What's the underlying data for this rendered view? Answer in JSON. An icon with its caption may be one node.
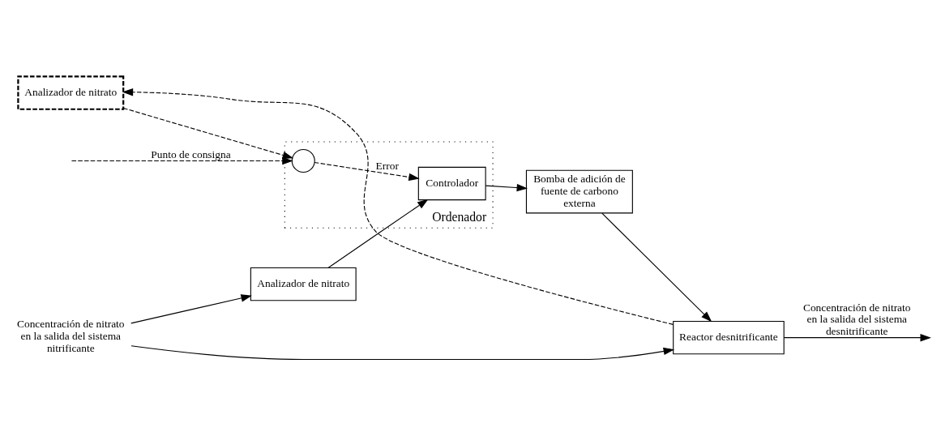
{
  "diagram": {
    "nodes": [
      {
        "text": [
          "Ordenador"
        ]
      },
      {
        "text": [],
        "shape": "circle",
        "in": 0
      },
      {
        "text": [
          "Controlador"
        ],
        "in": 0
      },
      {
        "text": [
          "Bomba de adición de fuente de carbono externa"
        ]
      },
      {
        "text": [
          "Reactor desnitrificante"
        ]
      },
      {
        "text": [
          "Analizador de nitrato"
        ]
      },
      {
        "text": [
          "Concentración de nitrato en la salida del sistema nitrificante"
        ]
      },
      {
        "text": [
          "Analizador de nitrato"
        ]
      }
    ],
    "edges": [
      {
        "from": null,
        "to": 1,
        "arrow": "to",
        "style": "dashed",
        "label": "Punto de consigna"
      },
      {
        "from": 1,
        "to": 2,
        "arrow": "to",
        "style": "dashed",
        "label": "Error"
      },
      {
        "from": 2,
        "to": 3,
        "arrow": "to"
      },
      {
        "from": 3,
        "to": 4,
        "arrow": "to"
      },
      {
        "from": 4,
        "to": null,
        "arrow": "to",
        "label": "Concentración de nitrato en la salida del sistema desnitrificante"
      },
      {
        "from": 6,
        "to": 5,
        "arrow": "to"
      },
      {
        "from": 6,
        "to": 4,
        "arrow": "to"
      },
      {
        "from": 5,
        "to": 2,
        "arrow": "to"
      },
      {
        "from": 4,
        "to": 7,
        "arrow": "to",
        "style": "dashed"
      },
      {
        "from": 7,
        "to": 1,
        "arrow": "to",
        "style": "dashed"
      }
    ]
  }
}
